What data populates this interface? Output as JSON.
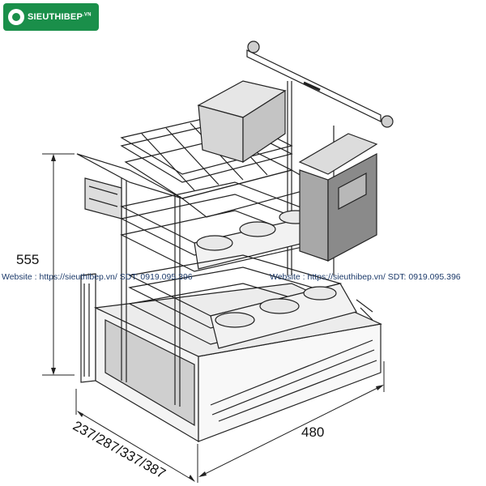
{
  "logo": {
    "brand": "SIEUTHIBEP",
    "suffix": ".VN"
  },
  "watermark": {
    "left": "Website : https://sieuthibep.vn/ SDT: 0919.095.396",
    "right": "Website : https://sieuthibep.vn/ SDT: 0919.095.396"
  },
  "dimensions": {
    "height": "555",
    "width": "480",
    "depth": "237/287/337/387"
  },
  "colors": {
    "brand_green": "#1a8f4a",
    "watermark_blue": "#1d3b6b",
    "bin_gray": "#8a8a8a"
  }
}
